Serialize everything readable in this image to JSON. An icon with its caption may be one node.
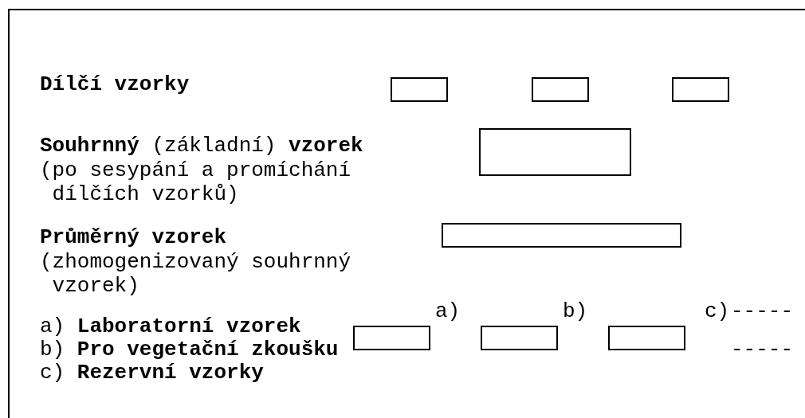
{
  "diagram": {
    "nodes": [
      {
        "text": [],
        "shape": "box"
      },
      {
        "text": [],
        "shape": "box"
      },
      {
        "text": [],
        "shape": "box"
      },
      {
        "text": [],
        "shape": "box"
      },
      {
        "text": [],
        "shape": "box"
      },
      {
        "text": [],
        "shape": "box"
      },
      {
        "text": [],
        "shape": "box"
      },
      {
        "text": [],
        "shape": "box"
      }
    ],
    "edges": [],
    "labels": [
      "Dílčí vzorky",
      "**Souhrnný** (základní) **vzorek**",
      "(po sesypání a promíchání dílčích vzorků)",
      "Průměrný vzorek",
      "(zhomogenizovaný souhrnný vzorek)",
      "a) **Laboratorní vzorek**",
      "a)",
      "b)",
      "c)",
      "-----",
      "b) **Pro vegetační zkoušku**",
      "-----",
      "c) **Rezervní vzorky**"
    ]
  }
}
